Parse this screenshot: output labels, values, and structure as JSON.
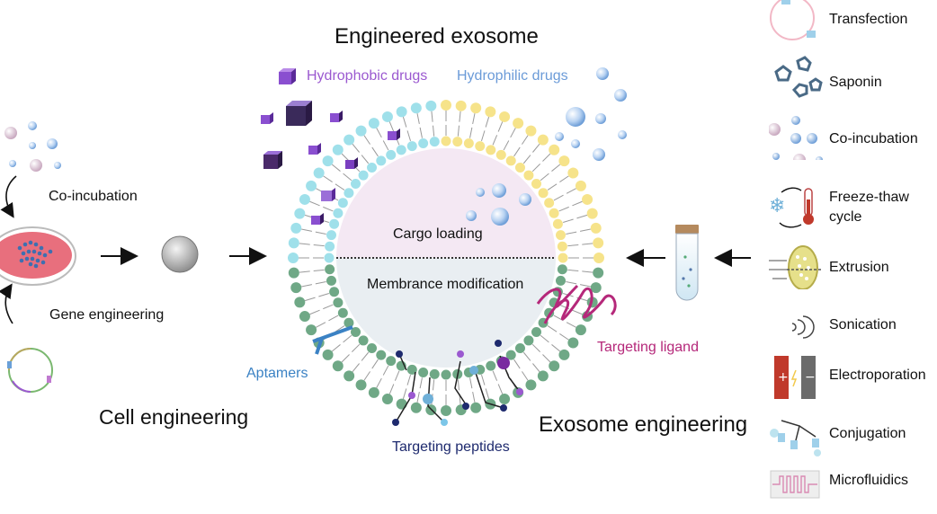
{
  "title": "Engineered exosome",
  "cargo": {
    "hydrophobic_label": "Hydrophobic drugs",
    "hydrophilic_label": "Hydrophilic drugs",
    "cargo_loading": "Cargo loading",
    "membrane_modification": "Membrance modification"
  },
  "surface": {
    "aptamers": "Aptamers",
    "targeting_ligand": "Targeting ligand",
    "targeting_peptides": "Targeting peptides"
  },
  "left": {
    "co_incubation": "Co-incubation",
    "gene_engineering": "Gene engineering",
    "section_title": "Cell engineering"
  },
  "right": {
    "section_title": "Exosome engineering"
  },
  "legend": [
    {
      "label": "Transfection",
      "icon": "transfection-icon"
    },
    {
      "label": "Saponin",
      "icon": "saponin-icon"
    },
    {
      "label": "Co-incubation",
      "icon": "co-incubation-icon"
    },
    {
      "label": "Freeze-thaw",
      "label2": "cycle",
      "icon": "freeze-thaw-icon"
    },
    {
      "label": "Extrusion",
      "icon": "extrusion-icon"
    },
    {
      "label": "Sonication",
      "icon": "sonication-icon"
    },
    {
      "label": "Electroporation",
      "icon": "electroporation-icon"
    },
    {
      "label": "Conjugation",
      "icon": "conjugation-icon"
    },
    {
      "label": "Microfluidics",
      "icon": "microfluidics-icon"
    }
  ],
  "colors": {
    "hydrophobic": "#9b59d0",
    "hydrophilic": "#6b9bd8",
    "aptamers": "#3b82c4",
    "targeting_ligand": "#b5287a",
    "targeting_peptides": "#1e2a6e",
    "lipid_cyan": "#9fe0ea",
    "lipid_yellow": "#f6e38a",
    "lipid_green": "#6fa886"
  }
}
